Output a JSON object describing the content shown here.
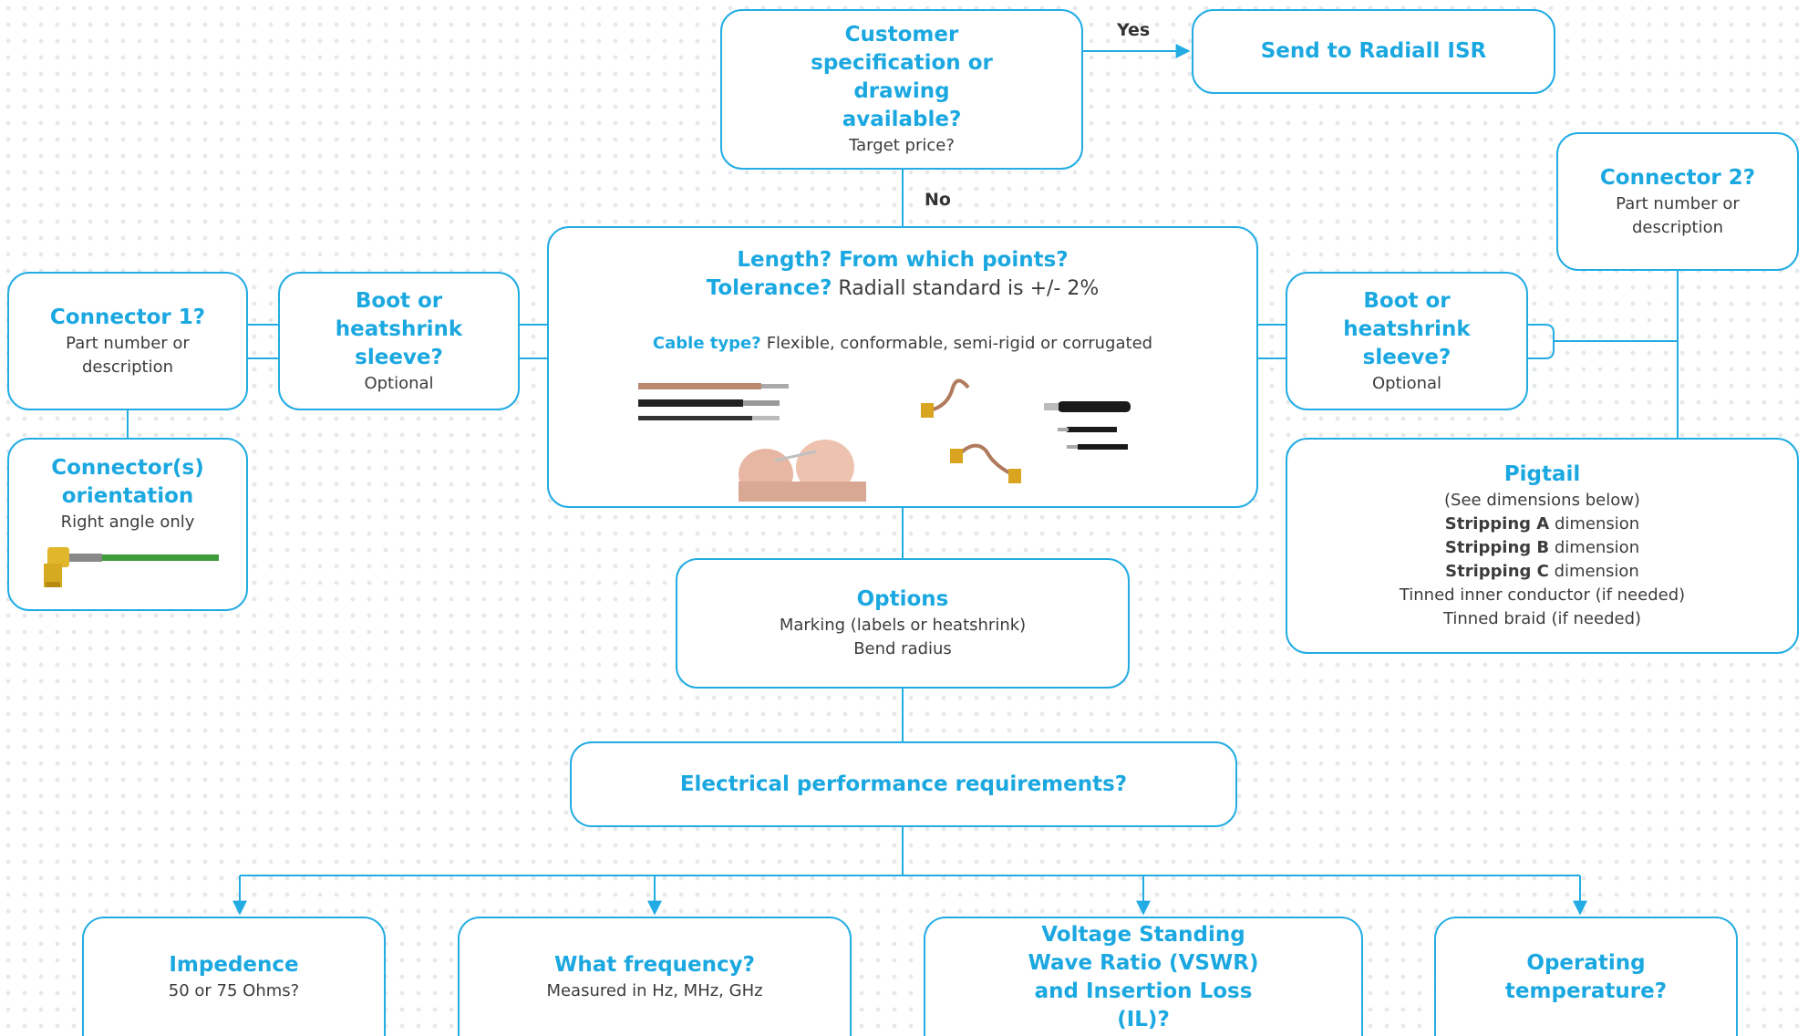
{
  "colors": {
    "accent": "#1ba8e0",
    "border": "#22ace3",
    "text": "#3c3c3c"
  },
  "customer": {
    "title": "Customer specification or drawing available?",
    "sub": "Target price?"
  },
  "yes_label": "Yes",
  "no_label": "No",
  "radiall_isr": {
    "title": "Send to Radiall ISR"
  },
  "connector2": {
    "title": "Connector 2?",
    "sub": "Part number or description"
  },
  "connector1": {
    "title": "Connector 1?",
    "sub": "Part number or description"
  },
  "boot_left": {
    "title": "Boot or heatshrink sleeve?",
    "sub": "Optional"
  },
  "boot_right": {
    "title": "Boot or heatshrink sleeve?",
    "sub": "Optional"
  },
  "length": {
    "title": "Length? From which points?",
    "tolerance_label": "Tolerance?",
    "tolerance_text": " Radiall standard is +/- 2%"
  },
  "cable_type": {
    "label": "Cable type?",
    "text": "Flexible, conformable, semi-rigid or corrugated"
  },
  "orientation": {
    "title": "Connector(s) orientation",
    "sub": "Right angle only"
  },
  "pigtail": {
    "title": "Pigtail",
    "line1": "(See dimensions below)",
    "strip_a_bold": "Stripping A",
    "strip_a_rest": " dimension",
    "strip_b_bold": "Stripping B",
    "strip_b_rest": " dimension",
    "strip_c_bold": "Stripping C",
    "strip_c_rest": " dimension",
    "line5": "Tinned inner conductor (if needed)",
    "line6": "Tinned braid (if needed)"
  },
  "options": {
    "title": "Options",
    "line1": "Marking (labels or heatshrink)",
    "line2": "Bend radius"
  },
  "electrical": {
    "title": "Electrical performance requirements?"
  },
  "impedence": {
    "title": "Impedence",
    "sub": "50 or 75 Ohms?"
  },
  "frequency": {
    "title": "What frequency?",
    "sub": "Measured in Hz, MHz, GHz"
  },
  "vswr": {
    "title": "Voltage Standing Wave Ratio (VSWR) and Insertion Loss (IL)?"
  },
  "temperature": {
    "title": "Operating temperature?"
  }
}
